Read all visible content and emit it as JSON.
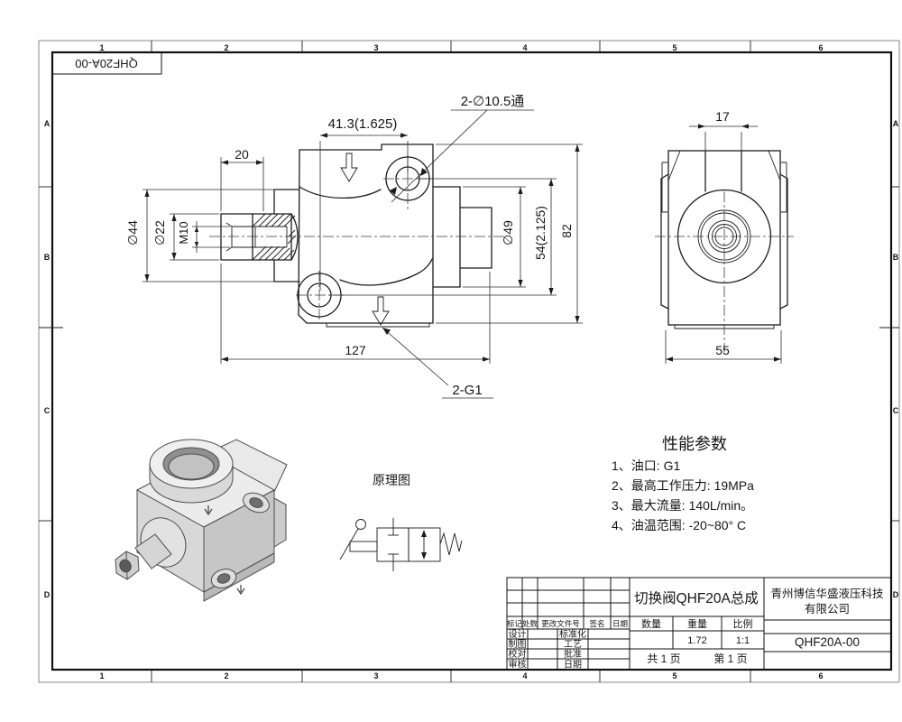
{
  "sheet": {
    "corner_part_no": "QHF20A-00",
    "grid_columns": [
      "1",
      "2",
      "3",
      "4",
      "5",
      "6"
    ],
    "grid_rows": [
      "A",
      "B",
      "C",
      "D"
    ]
  },
  "front_view": {
    "dim_20": "20",
    "dim_41": "41.3(1.625)",
    "dim_holes": "2-∅10.5通",
    "dim_44": "∅44",
    "dim_22": "∅22",
    "dim_m10": "M10",
    "dim_49": "∅49",
    "dim_54": "54(2.125)",
    "dim_82": "82",
    "dim_127": "127",
    "dim_ports": "2-G1"
  },
  "side_view": {
    "dim_17": "17",
    "dim_55": "55"
  },
  "schematic": {
    "label": "原理图"
  },
  "performance": {
    "title": "性能参数",
    "items": [
      "1、油口: G1",
      "2、最高工作压力: 19MPa",
      "3、最大流量: 140L/min。",
      "4、油温范围: -20~80° C"
    ]
  },
  "title_block": {
    "revision_headers": [
      "标记",
      "处数",
      "更改文件号",
      "签名",
      "日期"
    ],
    "role_rows": [
      {
        "left": "设计",
        "right": "标准化"
      },
      {
        "left": "制图",
        "right": "工艺"
      },
      {
        "left": "校对",
        "right": "批准"
      },
      {
        "left": "审核",
        "right": "日期"
      }
    ],
    "title": "切换阀QHF20A总成",
    "company_lines": [
      "青州博信华盛液压科技",
      "有限公司"
    ],
    "qty_header": "数量",
    "weight_header": "重量",
    "scale_header": "比例",
    "weight": "1.72",
    "scale": "1:1",
    "total_pages": "共 1 页",
    "page_no": "第 1 页",
    "drawing_no": "QHF20A-00"
  }
}
